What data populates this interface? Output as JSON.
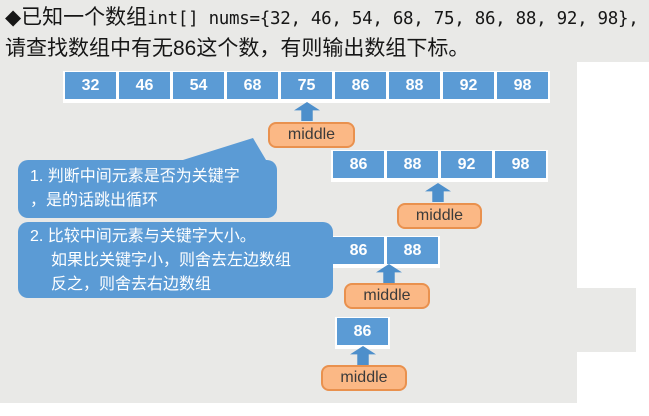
{
  "title": {
    "line1_prefix": "◆已知一个数组",
    "line1_code": "int[] nums={32, 46, 54, 68, 75, 86, 88, 92, 98},",
    "line2": "请查找数组中有无86这个数，有则输出数组下标。"
  },
  "arrays": {
    "step1": {
      "values": [
        "32",
        "46",
        "54",
        "68",
        "75",
        "86",
        "88",
        "92",
        "98"
      ]
    },
    "step2": {
      "values": [
        "86",
        "88",
        "92",
        "98"
      ]
    },
    "step3": {
      "values": [
        "86",
        "88"
      ]
    },
    "step4": {
      "values": [
        "86"
      ]
    }
  },
  "middle_labels": {
    "step1": "middle",
    "step2": "middle",
    "step3": "middle",
    "step4": "middle"
  },
  "callouts": {
    "step1": {
      "lines": [
        "1. 判断中间元素是否为关键字",
        "，是的话跳出循环"
      ]
    },
    "step2": {
      "lines": [
        "2. 比较中间元素与关键字大小。",
        "如果比关键字小，则舍去左边数组",
        "反之，则舍去右边数组"
      ]
    }
  },
  "colors": {
    "background": "#e9e9e7",
    "panel_white": "#ffffff",
    "box_blue": "#5b9bd5",
    "arrow_blue": "#4d8fcb",
    "callout_blue": "#5b9bd5",
    "middle_fill": "#fbb885",
    "middle_border": "#e9914e",
    "middle_text": "#3b3b3b",
    "title_text": "#161616"
  }
}
